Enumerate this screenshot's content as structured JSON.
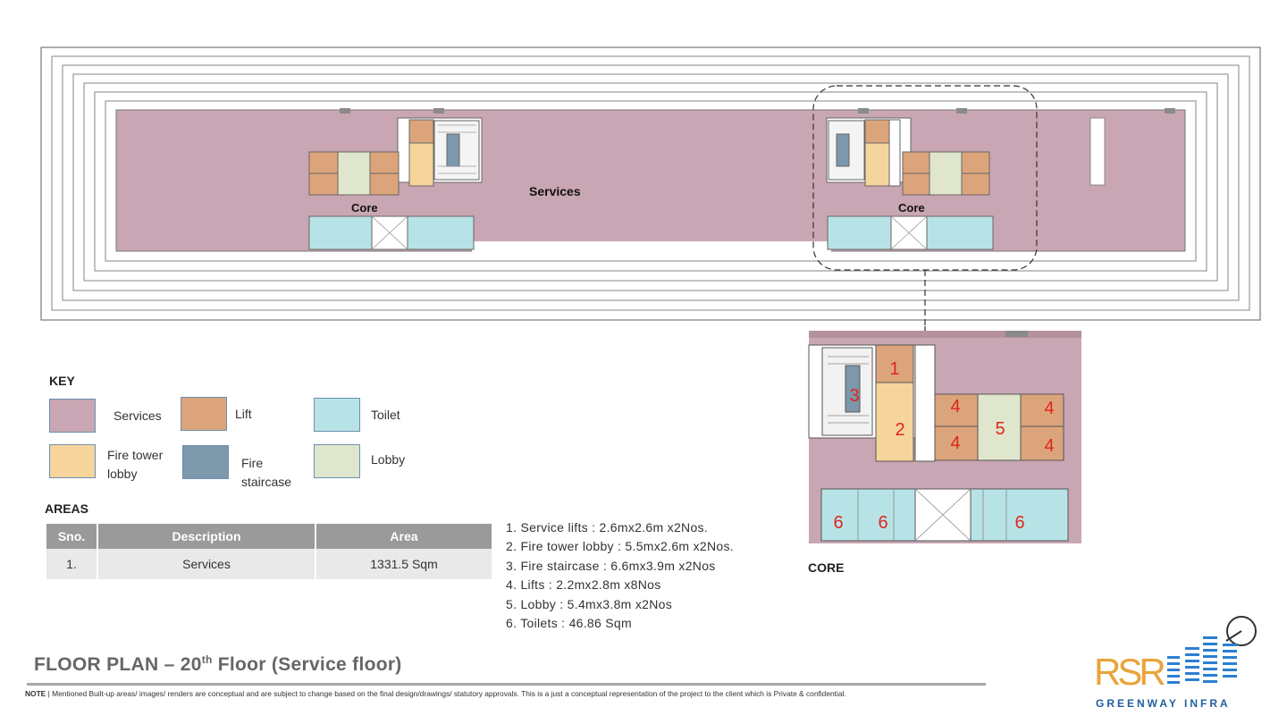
{
  "plan": {
    "services_label": "Services",
    "core_left_label": "Core",
    "core_right_label": "Core"
  },
  "core_detail": {
    "title": "CORE",
    "numbers": {
      "n1": "1",
      "n2": "2",
      "n3": "3",
      "n4a": "4",
      "n4b": "4",
      "n4c": "4",
      "n4d": "4",
      "n5": "5",
      "n6a": "6",
      "n6b": "6",
      "n6c": "6"
    }
  },
  "key": {
    "title": "KEY",
    "items": [
      {
        "label": "Services",
        "color": "#c9a6b3"
      },
      {
        "label": "Lift",
        "color": "#dca47b"
      },
      {
        "label": "Toilet",
        "color": "#b8e3e6"
      },
      {
        "label": "Fire tower lobby",
        "color": "#f5d59c"
      },
      {
        "label": "Fire staircase",
        "color": "#7d97ab"
      },
      {
        "label": "Lobby",
        "color": "#dfe6cd"
      }
    ]
  },
  "areas": {
    "title": "AREAS",
    "headers": [
      "Sno.",
      "Description",
      "Area"
    ],
    "rows": [
      [
        "1.",
        "Services",
        "1331.5 Sqm"
      ]
    ]
  },
  "notes": [
    "1.   Service lifts : 2.6mx2.6m x2Nos.",
    "2.   Fire tower lobby : 5.5mx2.6m x2Nos.",
    "3.   Fire staircase : 6.6mx3.9m x2Nos",
    "4.   Lifts : 2.2mx2.8m x8Nos",
    "5.   Lobby : 5.4mx3.8m x2Nos",
    "6.   Toilets : 46.86 Sqm"
  ],
  "title": {
    "prefix": "FLOOR PLAN – 20",
    "sup": "th",
    "suffix": " Floor (Service floor)"
  },
  "footer": {
    "note_label": "NOTE",
    "note_text": " | Mentioned Built-up areas/ images/ renders are conceptual and are subject to change based on the final design/drawings/ statutory approvals. This is a just a conceptual representation of the project to the client which is Private & confidential."
  },
  "logo": {
    "mark": "RSR",
    "name": "GREENWAY INFRA"
  },
  "colors": {
    "services": "#c9a6b3",
    "lift": "#dca47b",
    "toilet": "#b8e3e6",
    "fire_tower_lobby": "#f5d59c",
    "fire_staircase": "#7d97ab",
    "lobby": "#dfe6cd",
    "number_red": "#e0261b",
    "logo_orange": "#e9a43a",
    "logo_blue": "#2b7fd1"
  }
}
